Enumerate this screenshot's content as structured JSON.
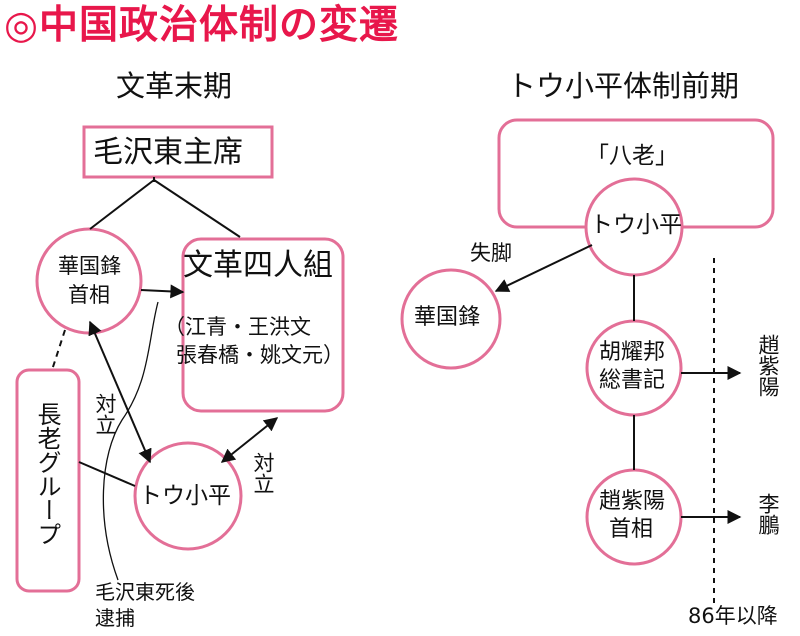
{
  "title": "◎中国政治体制の変遷",
  "left": {
    "heading": "文革末期",
    "mao": "毛沢東主席",
    "hua": [
      "華国鋒",
      "首相"
    ],
    "gang_title": "文革四人組",
    "gang_members": [
      "（江青・王洪文",
      "張春橋・姚文元）"
    ],
    "elders": "長老グループ",
    "deng": "トウ小平",
    "conflict1": "対立",
    "conflict2": "対立",
    "note": [
      "毛沢東死後",
      "逮捕"
    ]
  },
  "right": {
    "heading": "トウ小平体制前期",
    "eight_elders": "「八老」",
    "deng": "トウ小平",
    "downfall": "失脚",
    "hua": "華国鋒",
    "hu": [
      "胡耀邦",
      "総書記"
    ],
    "zhao": [
      "趙紫陽",
      "首相"
    ],
    "successor1": "趙紫陽",
    "successor2": "李鵬",
    "year": "86年以降"
  },
  "colors": {
    "accent": "#e8174b",
    "border": "#e36f97",
    "line": "#111111"
  }
}
